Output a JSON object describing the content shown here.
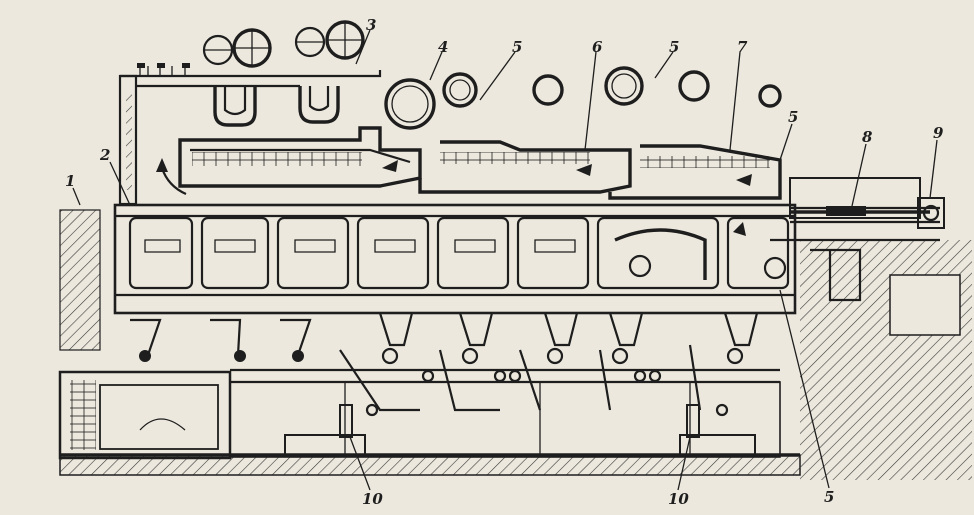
{
  "callouts": [
    {
      "id": "c1",
      "label": "1"
    },
    {
      "id": "c2",
      "label": "2"
    },
    {
      "id": "c3",
      "label": "3"
    },
    {
      "id": "c4",
      "label": "4"
    },
    {
      "id": "c5a",
      "label": "5"
    },
    {
      "id": "c6",
      "label": "6"
    },
    {
      "id": "c5b",
      "label": "5"
    },
    {
      "id": "c7",
      "label": "7"
    },
    {
      "id": "c5c",
      "label": "5"
    },
    {
      "id": "c8",
      "label": "8"
    },
    {
      "id": "c9",
      "label": "9"
    },
    {
      "id": "c10a",
      "label": "10"
    },
    {
      "id": "c10b",
      "label": "10"
    },
    {
      "id": "c5d",
      "label": "5"
    }
  ],
  "colors": {
    "ink": "#1e1e1e",
    "paper": "#ece8dd",
    "hatch": "#3a3a3a"
  }
}
